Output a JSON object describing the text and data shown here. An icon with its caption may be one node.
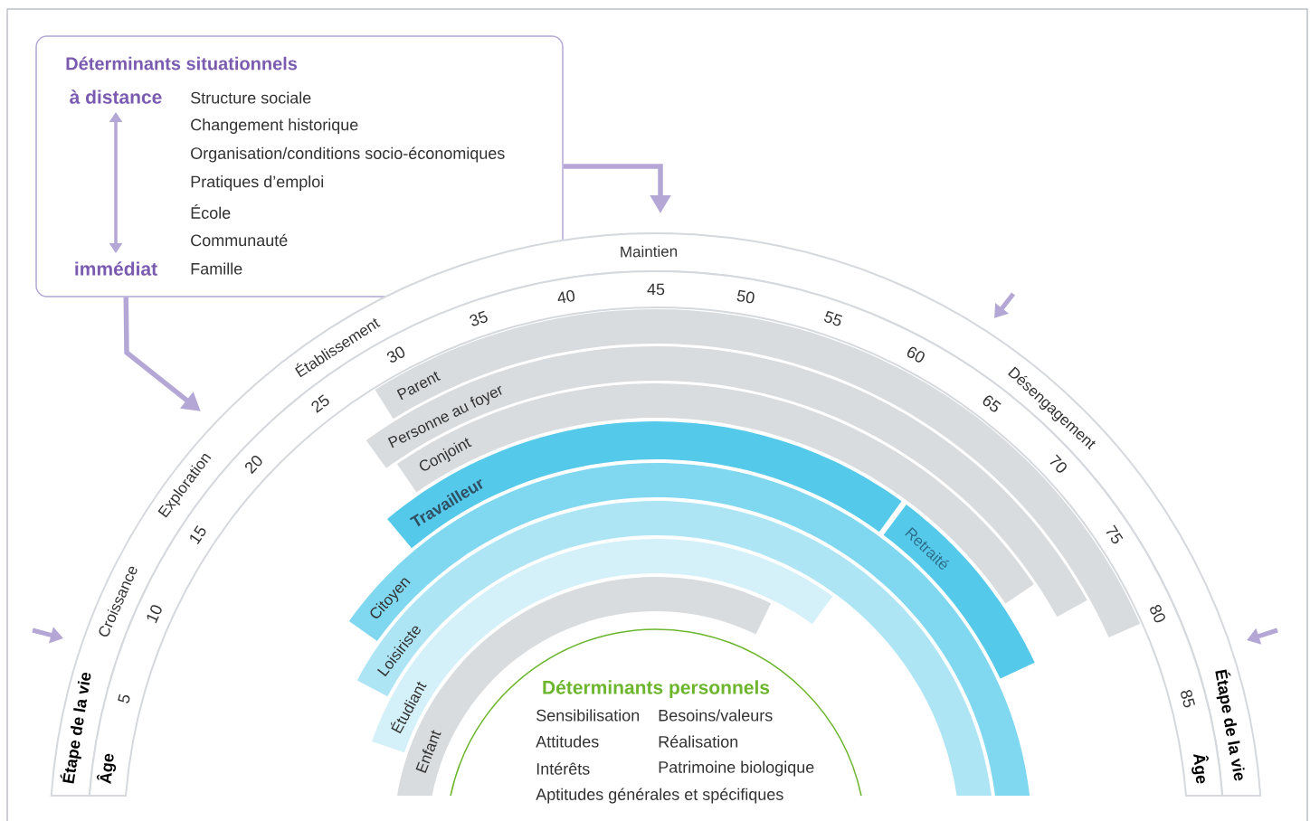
{
  "diagram": {
    "nodes": [
      {
        "text": [
          "Déterminants situationnels",
          "à distance",
          "immédiat",
          "Structure sociale",
          "Changement historique",
          "Organisation/conditions socio-économiques",
          "Pratiques d’emploi",
          "École",
          "Communauté",
          "Famille"
        ]
      },
      {
        "text": [
          "Étape de la vie",
          "Croissance",
          "Exploration",
          "Établissement",
          "Maintien",
          "Désengagement",
          "Étape de la vie"
        ]
      },
      {
        "text": [
          "Âge",
          "5",
          "10",
          "15",
          "20",
          "25",
          "30",
          "35",
          "40",
          "45",
          "50",
          "55",
          "60",
          "65",
          "70",
          "75",
          "80",
          "85",
          "Âge"
        ]
      },
      {
        "text": [
          "Parent"
        ]
      },
      {
        "text": [
          "Personne au foyer"
        ]
      },
      {
        "text": [
          "Conjoint"
        ]
      },
      {
        "text": [
          "Travailleur"
        ]
      },
      {
        "text": [
          "Retraité"
        ]
      },
      {
        "text": [
          "Citoyen"
        ]
      },
      {
        "text": [
          "Loisiriste"
        ]
      },
      {
        "text": [
          "Étudiant"
        ]
      },
      {
        "text": [
          "Enfant"
        ]
      },
      {
        "text": [
          "Déterminants personnels",
          "Sensibilisation",
          "Besoins/valeurs",
          "Attitudes",
          "Réalisation",
          "Intérêts",
          "Patrimoine biologique",
          "Aptitudes générales et spécifiques"
        ]
      }
    ],
    "edges": [
      {
        "from": 0,
        "to": 1,
        "arrow": "to"
      },
      {
        "from": 0,
        "to": 1,
        "arrow": "to"
      }
    ]
  }
}
